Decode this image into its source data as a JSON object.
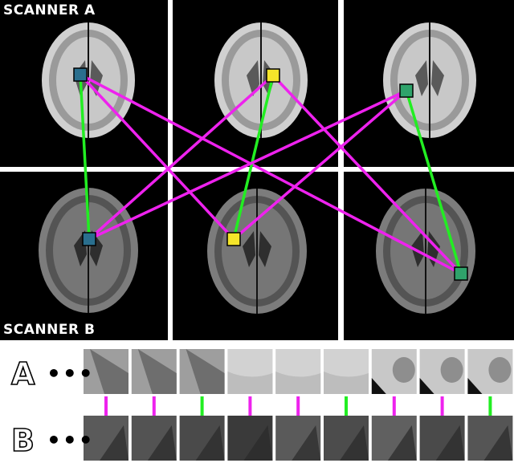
{
  "labels": {
    "scanner_a": "SCANNER A",
    "scanner_b": "SCANNER B",
    "row_a": "A",
    "row_b": "B",
    "ellipsis_a": "•••",
    "ellipsis_b": "•••"
  },
  "colors": {
    "match": "#22ee22",
    "mismatch": "#ee22ee",
    "marker_1": "#2a6f8e",
    "marker_2": "#f5e52a",
    "marker_3": "#2fa36b"
  },
  "pairs": [
    {
      "a": 1,
      "b": 1,
      "type": "match"
    },
    {
      "a": 1,
      "b": 2,
      "type": "mismatch"
    },
    {
      "a": 1,
      "b": 3,
      "type": "mismatch"
    },
    {
      "a": 2,
      "b": 2,
      "type": "match"
    },
    {
      "a": 2,
      "b": 1,
      "type": "mismatch"
    },
    {
      "a": 2,
      "b": 3,
      "type": "mismatch"
    },
    {
      "a": 3,
      "b": 3,
      "type": "match"
    },
    {
      "a": 3,
      "b": 1,
      "type": "mismatch"
    },
    {
      "a": 3,
      "b": 2,
      "type": "mismatch"
    }
  ],
  "patch_links": [
    "mismatch",
    "mismatch",
    "match",
    "mismatch",
    "mismatch",
    "match",
    "mismatch",
    "mismatch",
    "match"
  ]
}
